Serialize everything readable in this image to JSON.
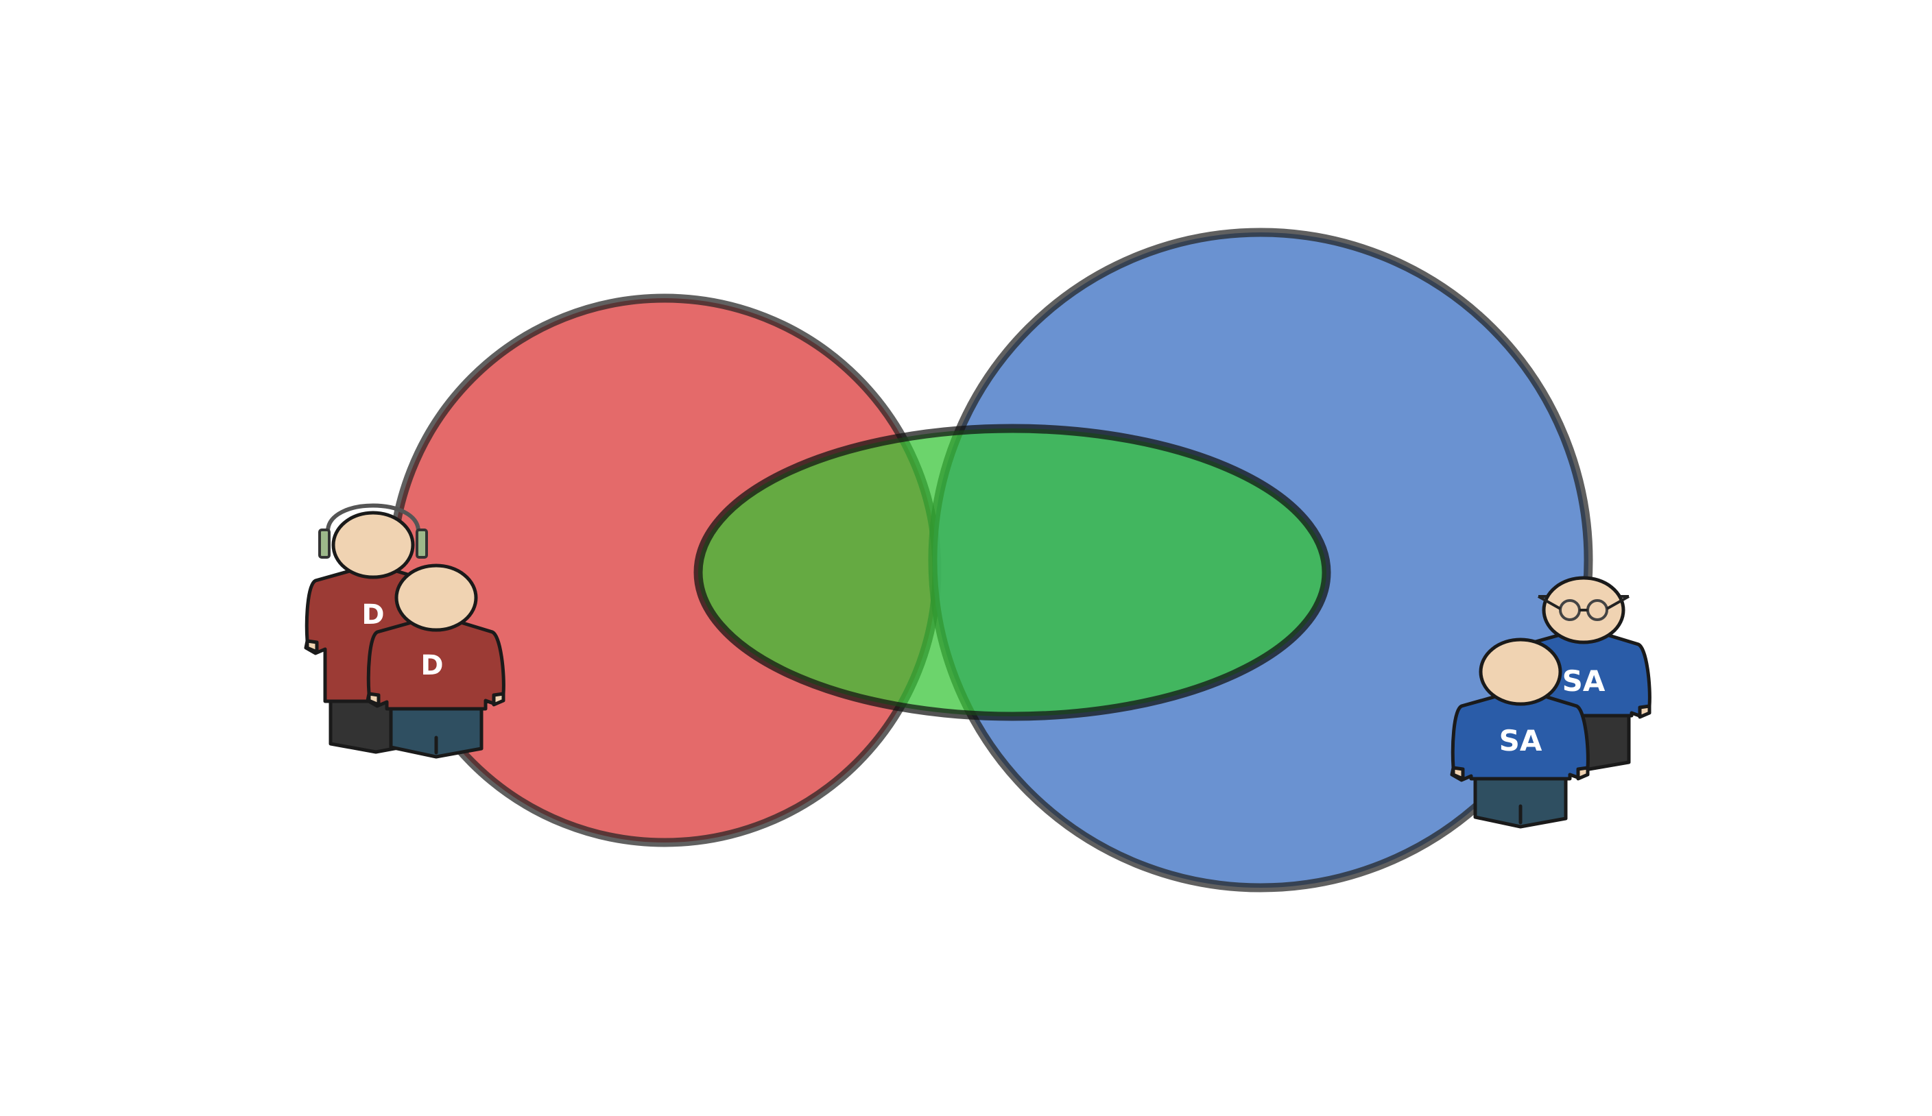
{
  "diagram": {
    "sets": [
      {
        "id": "developers",
        "color": "#e05555"
      },
      {
        "id": "sysadmins",
        "color": "#5a86cc"
      },
      {
        "id": "overlap",
        "color": "#33c433"
      }
    ],
    "people": [
      {
        "id": "dev-with-headphones",
        "shirt_label": "D",
        "shirt_color": "#9c3b35",
        "accessory": "headphones-icon"
      },
      {
        "id": "dev",
        "shirt_label": "D",
        "shirt_color": "#9c3b35",
        "accessory": ""
      },
      {
        "id": "sysadmin-with-glasses",
        "shirt_label": "SA",
        "shirt_color": "#2a5ca8",
        "accessory": "glasses-icon"
      },
      {
        "id": "sysadmin",
        "shirt_label": "SA",
        "shirt_color": "#2a5ca8",
        "accessory": ""
      }
    ],
    "colors": {
      "outline": "#1a1a1a",
      "skin": "#f0d3b2",
      "dark_pants": "#333333",
      "teal_pants": "#2f4f61"
    }
  }
}
